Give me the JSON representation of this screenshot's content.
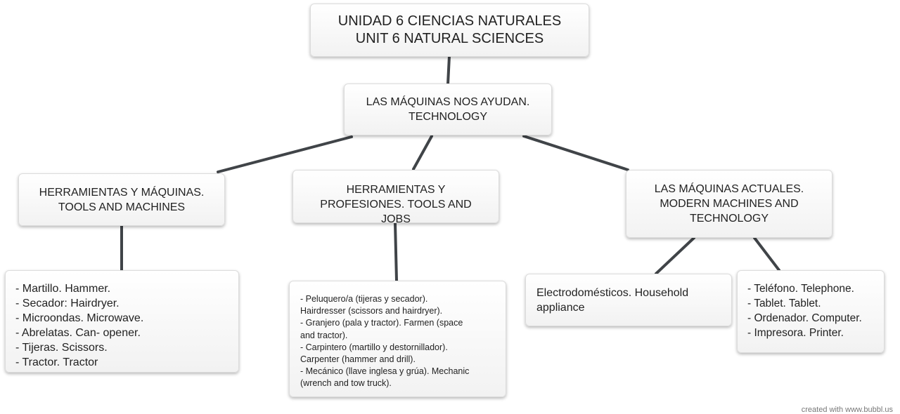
{
  "root": {
    "lines": [
      "UNIDAD 6 CIENCIAS NATURALES",
      "UNIT 6 NATURAL SCIENCES"
    ]
  },
  "main": {
    "lines": [
      "LAS MÁQUINAS NOS AYUDAN.",
      "TECHNOLOGY"
    ]
  },
  "tools": {
    "lines": [
      "HERRAMIENTAS Y MÁQUINAS.",
      "TOOLS AND MACHINES"
    ]
  },
  "jobs": {
    "lines": [
      "HERRAMIENTAS Y",
      "PROFESIONES. TOOLS AND",
      "JOBS"
    ]
  },
  "modern": {
    "lines": [
      "LAS MÁQUINAS ACTUALES.",
      "MODERN MACHINES AND",
      "TECHNOLOGY"
    ]
  },
  "tools_list": {
    "lines": [
      "- Martillo. Hammer.",
      "- Secador: Hairdryer.",
      "- Microondas. Microwave.",
      "- Abrelatas. Can- opener.",
      "- Tijeras. Scissors.",
      "- Tractor. Tractor"
    ]
  },
  "jobs_list": {
    "lines": [
      "- Peluquero/a (tijeras y secador).",
      "Hairdresser (scissors and hairdryer).",
      "- Granjero (pala y tractor). Farmen (space",
      "and tractor).",
      "- Carpintero (martillo y destornillador).",
      "Carpenter (hammer and drill).",
      "- Mecánico (llave inglesa y grúa). Mechanic",
      "(wrench and tow truck)."
    ]
  },
  "household": {
    "lines": [
      "Electrodomésticos. Household",
      "appliance"
    ]
  },
  "devices_list": {
    "lines": [
      "- Teléfono. Telephone.",
      "- Tablet. Tablet.",
      "- Ordenador. Computer.",
      "- Impresora. Printer."
    ]
  },
  "footer": {
    "credit": "created with www.bubbl.us"
  },
  "colors": {
    "connector": "#404448",
    "node_border": "#dcdcdc",
    "node_fill": "#f5f5f5"
  }
}
